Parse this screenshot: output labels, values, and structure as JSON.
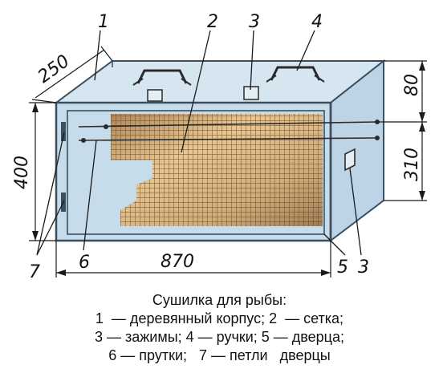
{
  "drawing": {
    "part_numbers": [
      "1",
      "2",
      "3",
      "4",
      "7",
      "6",
      "5",
      "3"
    ],
    "dimensions": {
      "depth": "250",
      "height": "400",
      "length": "870",
      "top_offset": "80",
      "right_height": "310"
    },
    "colors": {
      "box_face": "#c7dcea",
      "box_edge": "#3b4f60",
      "mesh_light": "#f3dca8",
      "mesh_dark": "#9a6a3c",
      "ink": "#1a1a1a"
    }
  },
  "caption": {
    "title": "Сушилка для рыбы:",
    "line1": "1  — деревянный корпус; 2  — сетка;",
    "line2": "3 — зажимы; 4 — ручки; 5 — дверца;",
    "line3": "6 — прутки;   7 — петли   дверцы"
  }
}
